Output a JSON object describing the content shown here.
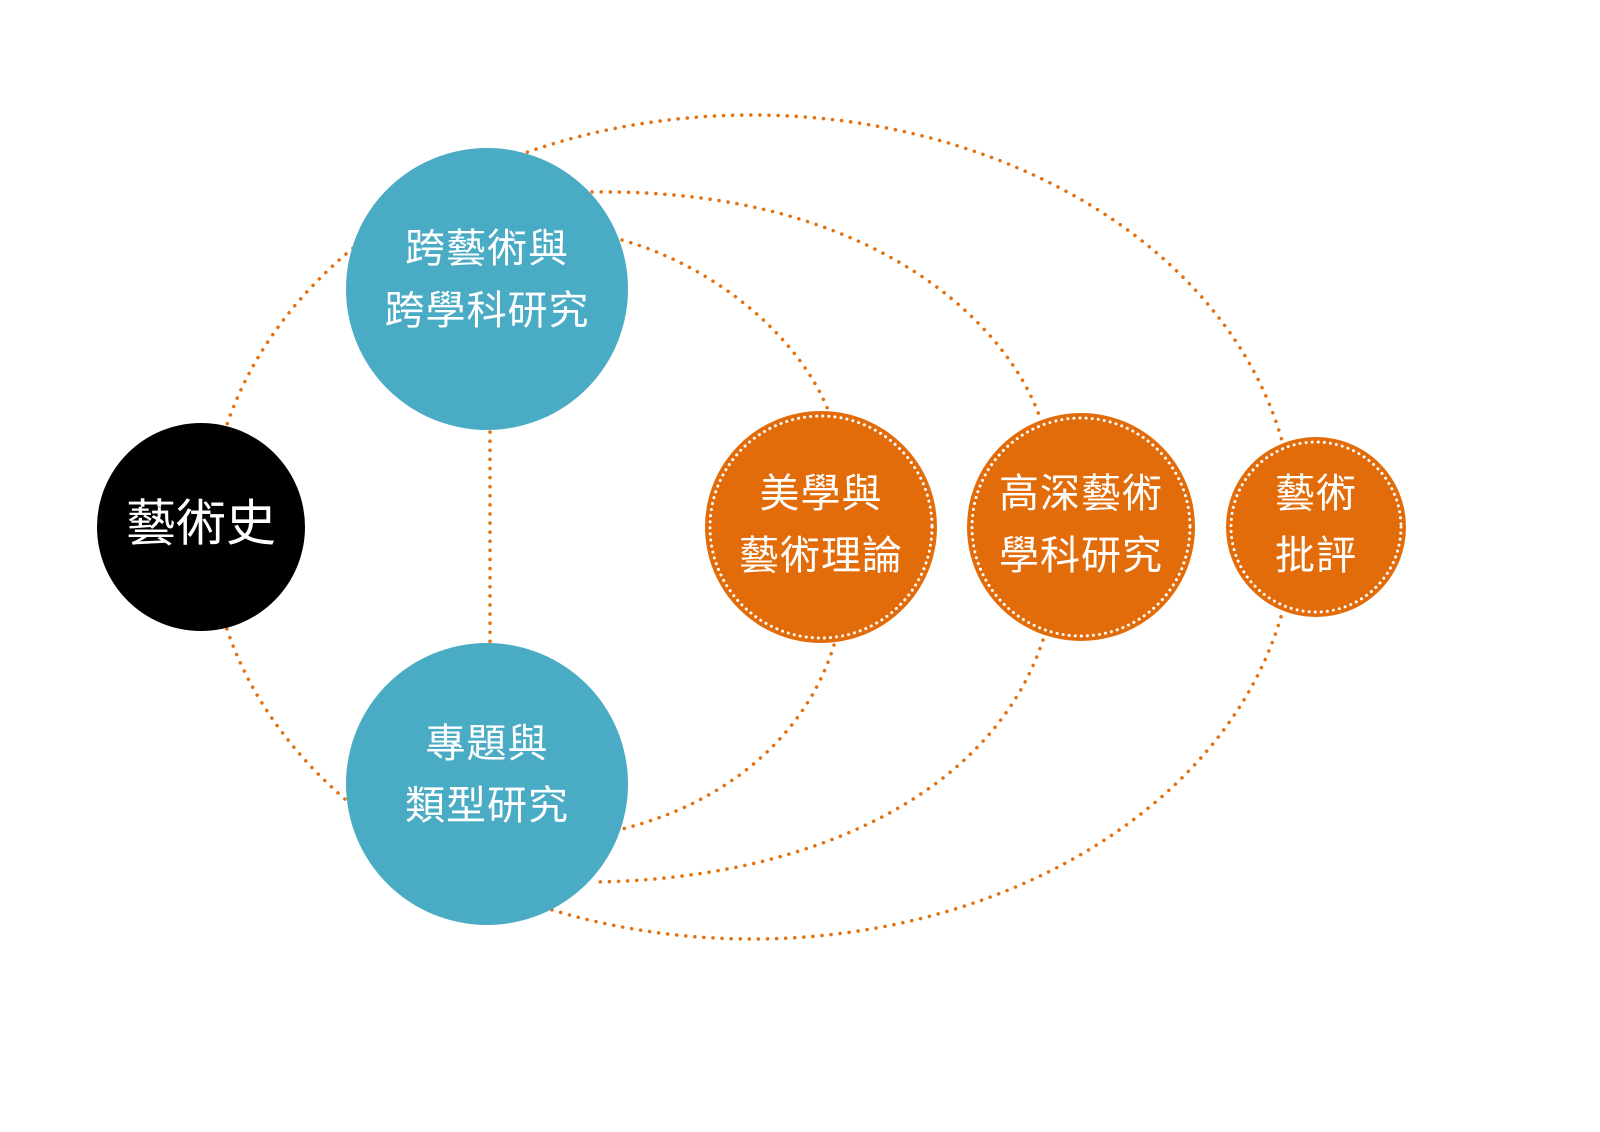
{
  "colors": {
    "background": "#ffffff",
    "connector": "#e4700e",
    "core": "#000000",
    "teal": "#4aabc5",
    "orange": "#e36c0a",
    "text": "#ffffff",
    "ring": "#ffffff"
  },
  "nodes": {
    "art_history": {
      "lines": [
        "藝術史"
      ]
    },
    "interdisciplinary": {
      "lines": [
        "跨藝術與",
        "跨學科研究"
      ]
    },
    "thematic": {
      "lines": [
        "專題與",
        "類型研究"
      ]
    },
    "aesthetics": {
      "lines": [
        "美學與",
        "藝術理論"
      ]
    },
    "advanced": {
      "lines": [
        "高深藝術",
        "學科研究"
      ]
    },
    "criticism": {
      "lines": [
        "藝術",
        "批評"
      ]
    }
  }
}
